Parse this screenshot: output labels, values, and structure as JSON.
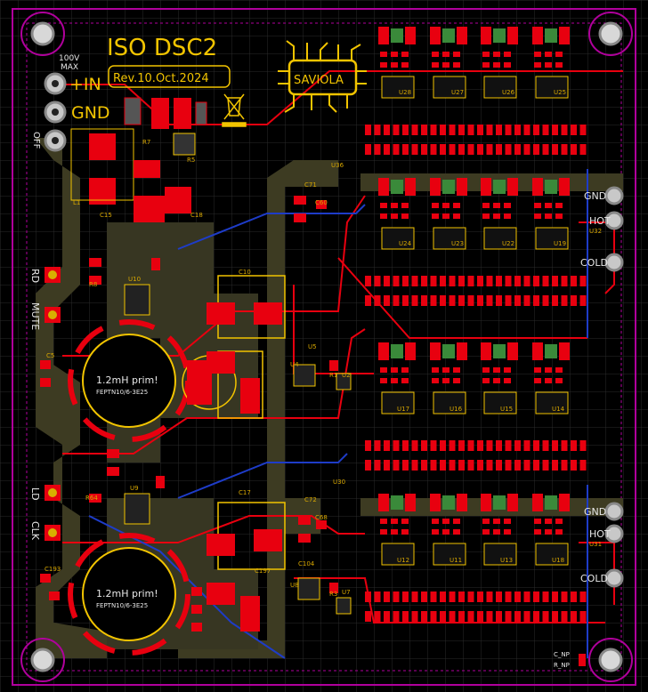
{
  "board": {
    "title": "ISO DSC2",
    "revision": "Rev.10.Oct.2024",
    "logo_text": "SAVIOLA",
    "colors": {
      "background": "#000000",
      "board_fill": "#3a3a20",
      "copper_top": "#e8000f",
      "silk": "#f2c400",
      "pad": "#d4001a",
      "trace_blue": "#1e3cc8",
      "outline": "#b0009c"
    }
  },
  "power": {
    "voltage_label": "100V",
    "max_label": "MAX",
    "in_label": "+IN",
    "gnd_label": "GND",
    "off_label": "OFF"
  },
  "left_labels": {
    "rd": "RD",
    "mute": "MUTE",
    "ld": "LD",
    "clk": "CLK"
  },
  "transformers": [
    {
      "inductance": "1.2mH prim!",
      "part": "FEPTN10/6-3E25"
    },
    {
      "inductance": "1.2mH prim!",
      "part": "FEPTN10/6-3E25"
    }
  ],
  "outputs": [
    {
      "gnd": "GND",
      "hot": "HOT",
      "cold": "COLD",
      "reg": "U32"
    },
    {
      "gnd": "GND",
      "hot": "HOT",
      "cold": "COLD",
      "reg": "U31"
    }
  ],
  "corner_labels": {
    "cnp": "C_NP",
    "rnp": "R_NP"
  },
  "refs": {
    "u28": "U28",
    "u27": "U27",
    "u26": "U26",
    "u25": "U25",
    "u24": "U24",
    "u23": "U23",
    "u22": "U22",
    "u19": "U19",
    "u17": "U17",
    "u16": "U16",
    "u15": "U15",
    "u14": "U14",
    "u12": "U12",
    "u11": "U11",
    "u13": "U13",
    "u18": "U18",
    "u10": "U10",
    "u9": "U9",
    "u5": "U5",
    "u4": "U4",
    "u2": "U2",
    "u8": "U8",
    "u7": "U7",
    "u36": "U36",
    "u30": "U30",
    "c10": "C10",
    "c17": "C17",
    "c15": "C15",
    "c18": "C18",
    "c5": "C5",
    "c71": "C71",
    "c60": "C60",
    "c72": "C72",
    "c68": "C68",
    "c193": "C193",
    "c197": "C197",
    "c104": "C104",
    "r7": "R7",
    "r8": "R8",
    "r5": "R5",
    "r64": "R64",
    "r1": "R1",
    "r3": "R3",
    "l1": "L1"
  }
}
